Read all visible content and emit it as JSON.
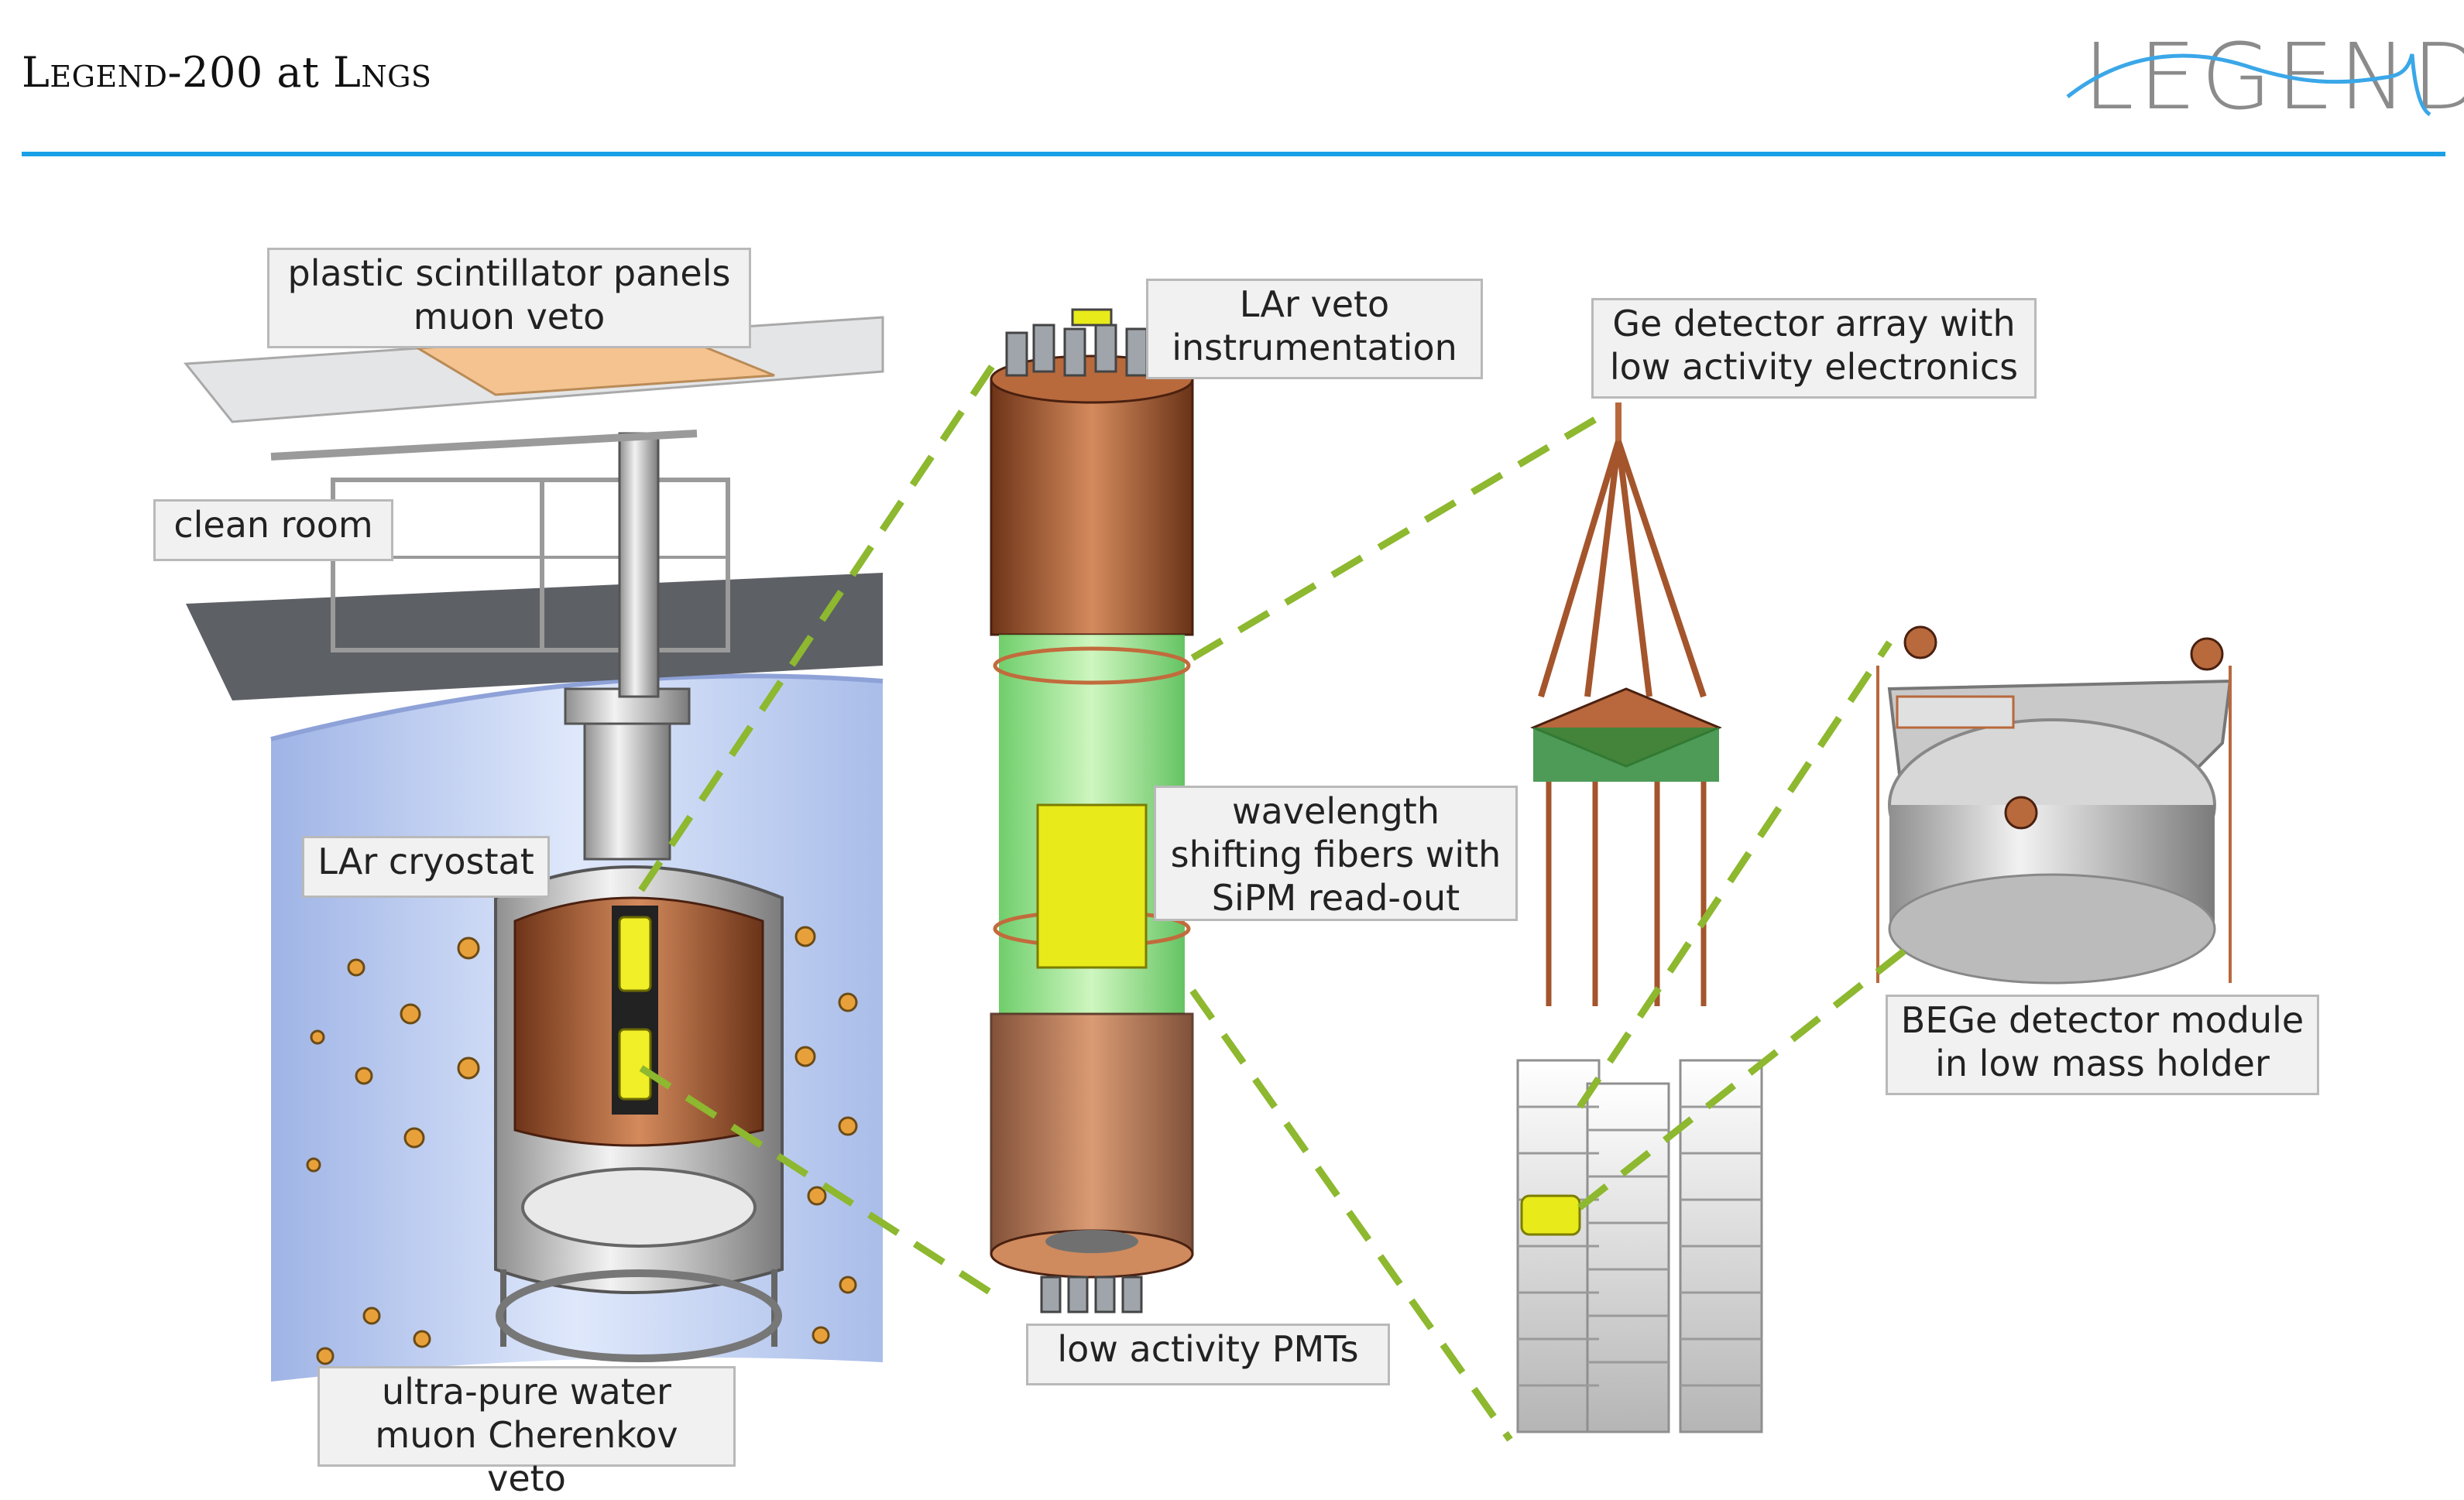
{
  "header": {
    "title_part1": "Legend",
    "title_part2": "-200 at ",
    "title_part3": "Lngs",
    "logo_text": "LEGEND"
  },
  "labels": {
    "plastic_scintillator": "plastic scintillator panels muon veto",
    "clean_room": "clean room",
    "lar_cryostat": "LAr cryostat",
    "water_veto": "ultra-pure water muon Cherenkov veto",
    "lar_veto": "LAr veto instrumentation",
    "wls_fibers": "wavelength shifting fibers with SiPM read-out",
    "low_pmts": "low activity PMTs",
    "ge_array": "Ge detector array with low activity electronics",
    "bege_module": "BEGe detector module in low mass holder"
  },
  "colors": {
    "rule": "#1aa0e6",
    "connector": "#8db82f",
    "water_tank": "#b7c8ef",
    "copper": "#b8683c",
    "detector": "#e8ea1a",
    "fiber_shroud": "#7fe07a",
    "label_bg": "#f1f1f1"
  }
}
